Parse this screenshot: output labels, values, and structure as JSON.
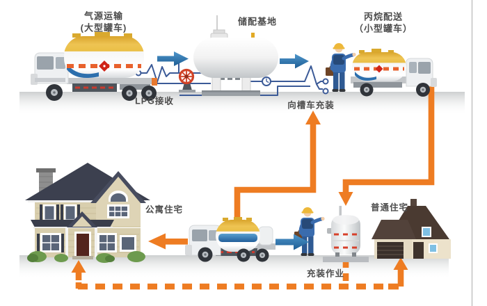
{
  "labels": {
    "source_transport": "气源运输",
    "source_transport_sub": "(大型罐车)",
    "storage_base": "储配基地",
    "propane_delivery": "丙烷配送",
    "propane_delivery_sub": "（小型罐车）",
    "lpg_receive": "LPG接收",
    "fill_tank_truck": "向槽车充装",
    "apartment_house": "公寓住宅",
    "ordinary_house": "普通住宅",
    "filling_operation": "充装作业"
  },
  "colors": {
    "flow_orange": "#ee7c22",
    "arrow_blue": "#2e75b0",
    "pipe_blue": "#3b5a97",
    "valve_red": "#d14327",
    "tank_yellow": "#e9b93f",
    "text": "#4c4c4c"
  },
  "icons": [
    "valve-wheel-icon",
    "pressure-gauge-icon",
    "hose-connector-icon",
    "worker-icon",
    "tanker-truck-icon",
    "storage-tank-icon",
    "house-icon"
  ],
  "flows": [
    {
      "from": "气源运输(大型罐车)",
      "to": "储配基地",
      "style": "blue-arrow"
    },
    {
      "from": "储配基地",
      "to": "丙烷配送(小型罐车)",
      "style": "blue-arrow"
    },
    {
      "from": "槽车",
      "to": "向槽车充装",
      "style": "orange-line"
    },
    {
      "from": "丙烷配送",
      "to": "充装作业",
      "style": "orange-line"
    },
    {
      "from": "槽车",
      "to": "公寓住宅",
      "style": "orange-arrow"
    },
    {
      "from": "充装作业",
      "to": "公寓住宅 / 普通住宅",
      "style": "orange-dashed"
    }
  ]
}
